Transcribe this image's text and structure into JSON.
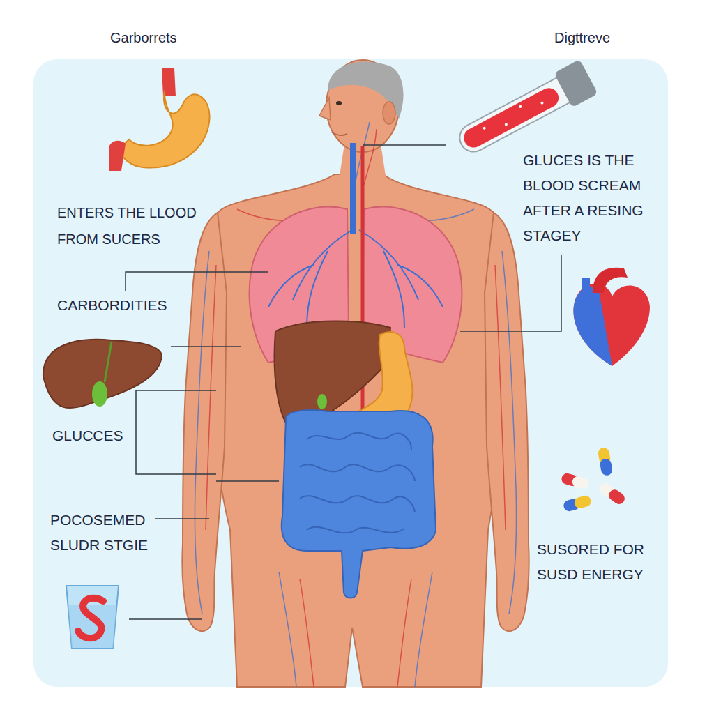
{
  "diagram": {
    "labels": [
      "Garborrets",
      "Digttreve",
      "ENTERS THE LLOOD FROM SUCERS",
      "GLUCES IS THE BLOOD SCREAM AFTER A RESING STAGEY",
      "CARBORDITIES",
      "GLUCCES",
      "POCOSEMED SLUDR STGIE",
      "SUSORED FOR SUSD ENERGY"
    ]
  }
}
